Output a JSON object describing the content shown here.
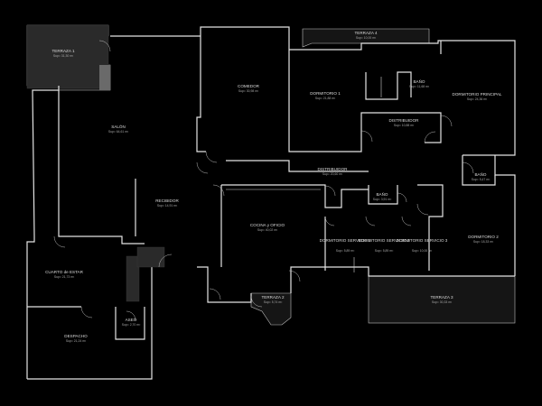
{
  "colors": {
    "background": "#000000",
    "wall": "#e4e4e4",
    "terrace_fill": "#151515",
    "text": "#dcdcdc"
  },
  "rooms": [
    {
      "id": "terraza-1",
      "name": "TERRAZA 1",
      "area": "Sup= 31,30 m²"
    },
    {
      "id": "terraza-4",
      "name": "TERRAZA 4",
      "area": "Sup= 10,00 m²"
    },
    {
      "id": "comedor",
      "name": "COMEDOR",
      "area": "Sup= 30,98 m²"
    },
    {
      "id": "dormitorio-1",
      "name": "DORMITORIO 1",
      "area": "Sup= 21,88 m²"
    },
    {
      "id": "bano-1",
      "name": "BAÑO",
      "area": "Sup= 11,68 m²"
    },
    {
      "id": "dormitorio-principal",
      "name": "DORMITORIO PRINCIPAL",
      "area": "Sup= 24,36 m²"
    },
    {
      "id": "distribuidor-1",
      "name": "DISTRIBUIDOR",
      "area": "Sup= 10,88 m²"
    },
    {
      "id": "salon",
      "name": "SALÓN",
      "area": "Sup= 64,61 m²"
    },
    {
      "id": "distribuidor-2",
      "name": "DISTRIBUIDOR",
      "area": "Sup= 20,60 m²"
    },
    {
      "id": "bano-2",
      "name": "BAÑO",
      "area": "Sup= 5,47 m²"
    },
    {
      "id": "bano-3",
      "name": "BAÑO",
      "area": "Sup= 3,91 m²"
    },
    {
      "id": "recibidor",
      "name": "RECIBIDOR",
      "area": "Sup= 14,91 m²"
    },
    {
      "id": "cocina",
      "name": "COCINA y OFICIO",
      "area": "Sup= 40,02 m²"
    },
    {
      "id": "dormitorio-2",
      "name": "DORMITORIO 2",
      "area": "Sup= 18,33 m²"
    },
    {
      "id": "dorm-serv-1",
      "name": "DORMITORIO SERVICIO 1",
      "area": "Sup= 5,89 m²"
    },
    {
      "id": "dorm-serv-2",
      "name": "DORMITORIO SERVICIO 2",
      "area": "Sup= 5,89 m²"
    },
    {
      "id": "dorm-serv-3",
      "name": "DORMITORIO SERVICIO 3",
      "area": "Sup= 10,00 m²"
    },
    {
      "id": "cuarto-estar",
      "name": "CUARTO de ESTAR",
      "area": "Sup= 21,73 m²"
    },
    {
      "id": "terraza-2",
      "name": "TERRAZA 2",
      "area": "Sup= 5,74 m²"
    },
    {
      "id": "terraza-3",
      "name": "TERRAZA 3",
      "area": "Sup= 30,33 m²"
    },
    {
      "id": "aseo",
      "name": "ASEO",
      "area": "Sup= 2,70 m²"
    },
    {
      "id": "despacho",
      "name": "DESPACHO",
      "area": "Sup= 21,24 m²"
    }
  ]
}
